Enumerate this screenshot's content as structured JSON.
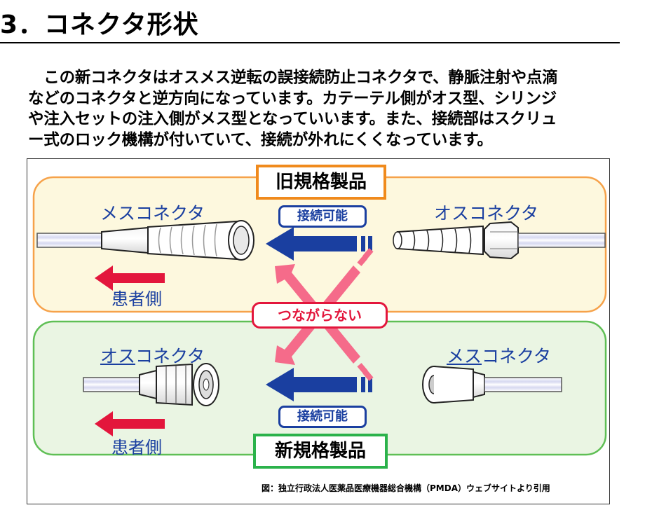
{
  "heading": "3．コネクタ形状",
  "body_lines": [
    "　この新コネクタはオスメス逆転の誤接続防止コネクタで、静脈注射や点滴",
    "などのコネクタと逆方向になっています。カテーテル側がオス型、シリンジ",
    "や注入セットの注入側がメス型となっていいます。また、接続部はスクリュ",
    "ー式のロック機構が付いていて、接続が外れにくくなっています。"
  ],
  "figure": {
    "old_title": "旧規格製品",
    "new_title": "新規格製品",
    "old_left_label": "メスコネクタ",
    "old_right_label": "オスコネクタ",
    "new_left_label_underlined": "オス",
    "new_left_label_rest": "コネクタ",
    "new_right_label_underlined": "メス",
    "new_right_label_rest": "コネクタ",
    "connect_ok": "接続可能",
    "connect_ng": "つながらない",
    "patient_side": "患者側",
    "caption": "図：独立行政法人医薬品医療機器総合機構（PMDA）ウェブサイトより引用",
    "colors": {
      "old_panel": "#fdf8de",
      "old_border": "#f6a24a",
      "new_panel": "#eaf5e3",
      "new_border": "#5fbf55",
      "blue_arrow": "#1a3fa0",
      "red_arrow": "#e3163c",
      "pink_arrow": "#f56b8a"
    }
  }
}
